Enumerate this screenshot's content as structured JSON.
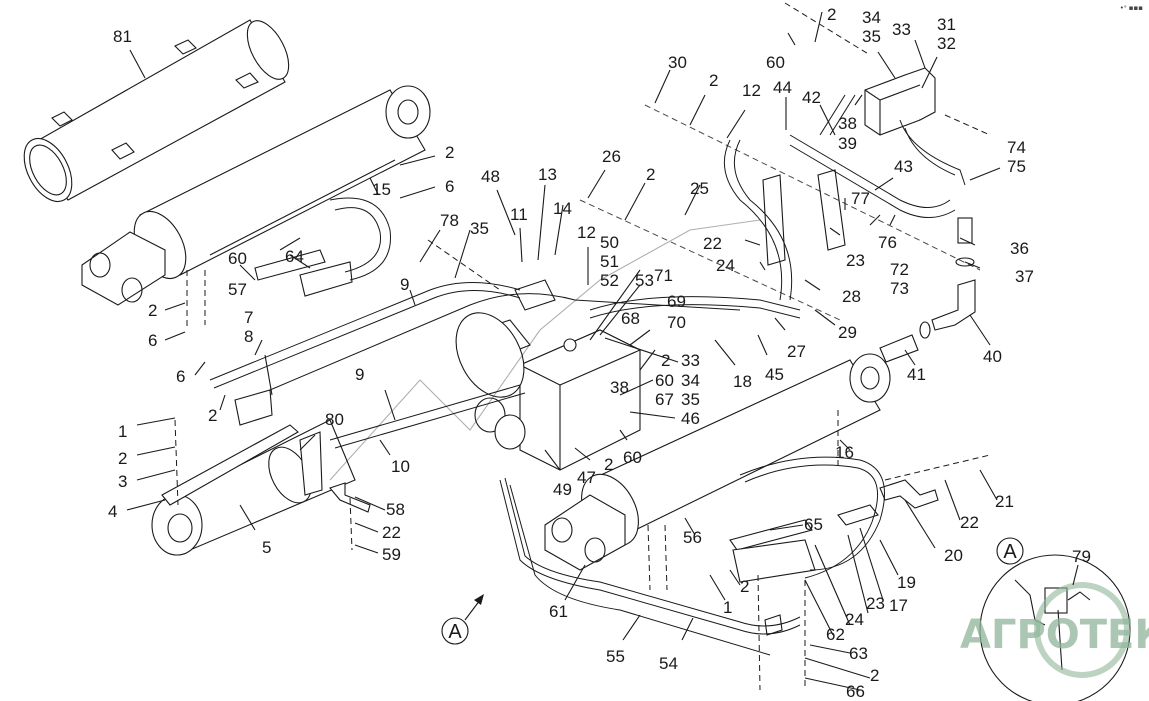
{
  "diagram": {
    "type": "exploded-parts-diagram",
    "subject": "hydraulic cylinders, valve block, hoses and tank",
    "watermark": "АГРОТЕКА",
    "watermark_color": "#8fb59a",
    "corner_mark": "•ᐤ ▪▪▪",
    "detail_view": {
      "label": "A",
      "callouts": [
        "79"
      ]
    },
    "view_arrow": {
      "label": "A"
    }
  },
  "callouts": [
    {
      "id": "c81",
      "text": "81"
    },
    {
      "id": "c2a",
      "text": "2"
    },
    {
      "id": "c6a",
      "text": "6"
    },
    {
      "id": "c15",
      "text": "15"
    },
    {
      "id": "c78",
      "text": "78"
    },
    {
      "id": "c35a",
      "text": "35"
    },
    {
      "id": "c48",
      "text": "48"
    },
    {
      "id": "c13",
      "text": "13"
    },
    {
      "id": "c11",
      "text": "11"
    },
    {
      "id": "c14",
      "text": "14"
    },
    {
      "id": "c12a",
      "text": "12"
    },
    {
      "id": "c26",
      "text": "26"
    },
    {
      "id": "c2b",
      "text": "2"
    },
    {
      "id": "c30",
      "text": "30"
    },
    {
      "id": "c2c",
      "text": "2"
    },
    {
      "id": "c12b",
      "text": "12"
    },
    {
      "id": "c44",
      "text": "44"
    },
    {
      "id": "c60a",
      "text": "60"
    },
    {
      "id": "c2d",
      "text": "2"
    },
    {
      "id": "c34a",
      "text": "34"
    },
    {
      "id": "c35b",
      "text": "35"
    },
    {
      "id": "c33a",
      "text": "33"
    },
    {
      "id": "c31",
      "text": "31"
    },
    {
      "id": "c32",
      "text": "32"
    },
    {
      "id": "c42",
      "text": "42"
    },
    {
      "id": "c38a",
      "text": "38"
    },
    {
      "id": "c39",
      "text": "39"
    },
    {
      "id": "c74",
      "text": "74"
    },
    {
      "id": "c75",
      "text": "75"
    },
    {
      "id": "c43",
      "text": "43"
    },
    {
      "id": "c77",
      "text": "77"
    },
    {
      "id": "c76",
      "text": "76"
    },
    {
      "id": "c23a",
      "text": "23"
    },
    {
      "id": "c72",
      "text": "72"
    },
    {
      "id": "c73",
      "text": "73"
    },
    {
      "id": "c36",
      "text": "36"
    },
    {
      "id": "c37",
      "text": "37"
    },
    {
      "id": "c40",
      "text": "40"
    },
    {
      "id": "c41",
      "text": "41"
    },
    {
      "id": "c25",
      "text": "25"
    },
    {
      "id": "c22a",
      "text": "22"
    },
    {
      "id": "c24a",
      "text": "24"
    },
    {
      "id": "c28",
      "text": "28"
    },
    {
      "id": "c29",
      "text": "29"
    },
    {
      "id": "c27",
      "text": "27"
    },
    {
      "id": "c45",
      "text": "45"
    },
    {
      "id": "c18",
      "text": "18"
    },
    {
      "id": "c50",
      "text": "50"
    },
    {
      "id": "c51",
      "text": "51"
    },
    {
      "id": "c52",
      "text": "52"
    },
    {
      "id": "c53",
      "text": "53"
    },
    {
      "id": "c71",
      "text": "71"
    },
    {
      "id": "c69",
      "text": "69"
    },
    {
      "id": "c70",
      "text": "70"
    },
    {
      "id": "c68",
      "text": "68"
    },
    {
      "id": "c2e",
      "text": "2"
    },
    {
      "id": "c33b",
      "text": "33"
    },
    {
      "id": "c60b",
      "text": "60"
    },
    {
      "id": "c34b",
      "text": "34"
    },
    {
      "id": "c67",
      "text": "67"
    },
    {
      "id": "c35c",
      "text": "35"
    },
    {
      "id": "c38b",
      "text": "38"
    },
    {
      "id": "c46",
      "text": "46"
    },
    {
      "id": "c2f",
      "text": "2"
    },
    {
      "id": "c60c",
      "text": "60"
    },
    {
      "id": "c47",
      "text": "47"
    },
    {
      "id": "c49",
      "text": "49"
    },
    {
      "id": "c60d",
      "text": "60"
    },
    {
      "id": "c64",
      "text": "64"
    },
    {
      "id": "c57",
      "text": "57"
    },
    {
      "id": "c2g",
      "text": "2"
    },
    {
      "id": "c6b",
      "text": "6"
    },
    {
      "id": "c7",
      "text": "7"
    },
    {
      "id": "c8",
      "text": "8"
    },
    {
      "id": "c9a",
      "text": "9"
    },
    {
      "id": "c9b",
      "text": "9"
    },
    {
      "id": "c6c",
      "text": "6"
    },
    {
      "id": "c2h",
      "text": "2"
    },
    {
      "id": "c80",
      "text": "80"
    },
    {
      "id": "c10",
      "text": "10"
    },
    {
      "id": "c1a",
      "text": "1"
    },
    {
      "id": "c2i",
      "text": "2"
    },
    {
      "id": "c3",
      "text": "3"
    },
    {
      "id": "c4",
      "text": "4"
    },
    {
      "id": "c5",
      "text": "5"
    },
    {
      "id": "c58",
      "text": "58"
    },
    {
      "id": "c22b",
      "text": "22"
    },
    {
      "id": "c59",
      "text": "59"
    },
    {
      "id": "c16",
      "text": "16"
    },
    {
      "id": "c21",
      "text": "21"
    },
    {
      "id": "c22c",
      "text": "22"
    },
    {
      "id": "c20",
      "text": "20"
    },
    {
      "id": "c56",
      "text": "56"
    },
    {
      "id": "c65",
      "text": "65"
    },
    {
      "id": "c19",
      "text": "19"
    },
    {
      "id": "c17",
      "text": "17"
    },
    {
      "id": "c23b",
      "text": "23"
    },
    {
      "id": "c24b",
      "text": "24"
    },
    {
      "id": "c62",
      "text": "62"
    },
    {
      "id": "c63",
      "text": "63"
    },
    {
      "id": "c2j",
      "text": "2"
    },
    {
      "id": "c66",
      "text": "66"
    },
    {
      "id": "c2k",
      "text": "2"
    },
    {
      "id": "c1b",
      "text": "1"
    },
    {
      "id": "c61",
      "text": "61"
    },
    {
      "id": "c55",
      "text": "55"
    },
    {
      "id": "c54",
      "text": "54"
    },
    {
      "id": "c79",
      "text": "79"
    }
  ]
}
